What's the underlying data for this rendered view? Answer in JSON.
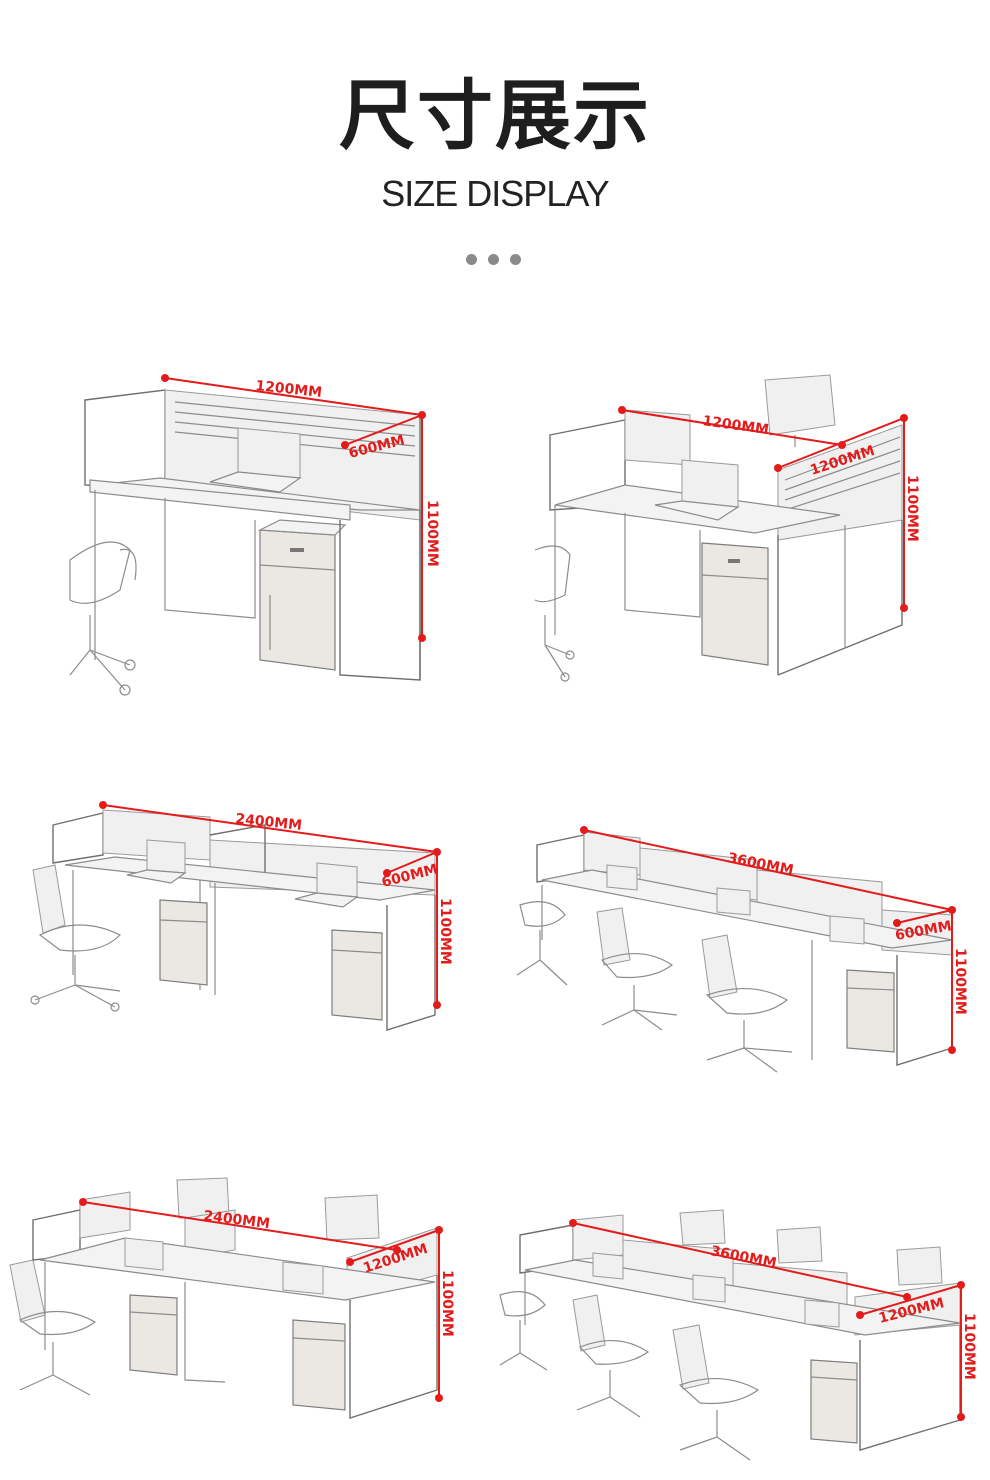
{
  "header": {
    "title": "尺寸展示",
    "subtitle": "SIZE DISPLAY"
  },
  "colors": {
    "dimension": "#e31b1b",
    "sketch": "#8c8c8c",
    "dots": "#8a8a8a"
  },
  "diagrams": [
    {
      "id": "single-workstation",
      "dims": {
        "width": "1200MM",
        "depth": "600MM",
        "height": "1100MM"
      }
    },
    {
      "id": "double-facing-workstation",
      "dims": {
        "width": "1200MM",
        "depth": "1200MM",
        "height": "1100MM"
      }
    },
    {
      "id": "two-seat-row",
      "dims": {
        "width": "2400MM",
        "depth": "600MM",
        "height": "1100MM"
      }
    },
    {
      "id": "three-seat-row",
      "dims": {
        "width": "3600MM",
        "depth": "600MM",
        "height": "1100MM"
      }
    },
    {
      "id": "four-seat-cluster",
      "dims": {
        "width": "2400MM",
        "depth": "1200MM",
        "height": "1100MM"
      }
    },
    {
      "id": "six-seat-cluster",
      "dims": {
        "width": "3600MM",
        "depth": "1200MM",
        "height": "1100MM"
      }
    }
  ]
}
